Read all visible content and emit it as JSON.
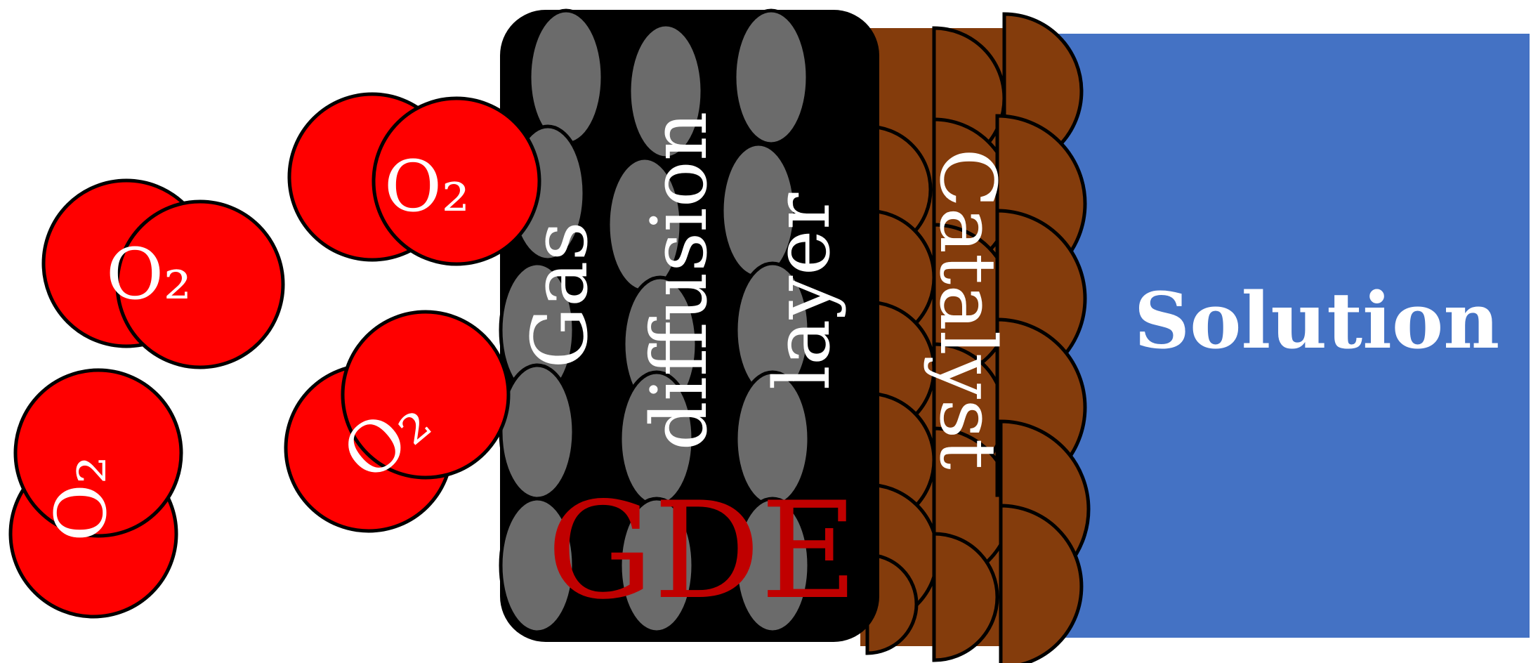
{
  "colors": {
    "oxygen": "#ff0000",
    "gdl_body": "#000000",
    "gdl_fiber": "#6b6b6b",
    "catalyst": "#843c0c",
    "solution": "#4472c4",
    "gde_text": "#c00000",
    "label_text": "#ffffff"
  },
  "labels": {
    "oxygen_1": "O₂",
    "oxygen_2": "O₂",
    "oxygen_3": "O₂",
    "oxygen_4": "O₂",
    "gas": "Gas",
    "diffusion": "diffusion",
    "layer": "layer",
    "catalyst": "Catalyst",
    "solution": "Solution",
    "gde": "GDE"
  }
}
